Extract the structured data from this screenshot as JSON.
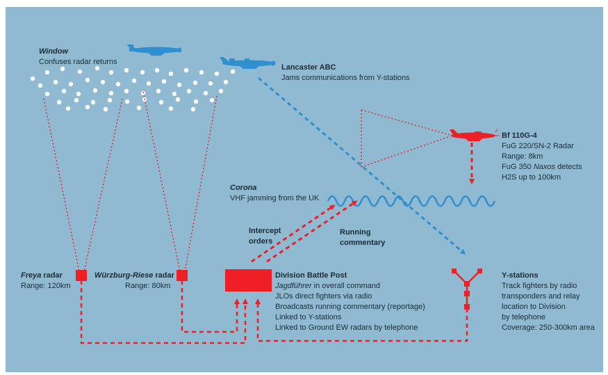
{
  "colors": {
    "background": "#8fbad2",
    "red": "#ee1f25",
    "blue": "#2f8fcf",
    "dots": "#ffffff",
    "text": "#1d2b33"
  },
  "window": {
    "title": "Window",
    "desc": "Confuses radar returns"
  },
  "lancaster": {
    "title": "Lancaster ABC",
    "desc": "Jams communications from Y-stations"
  },
  "bf110": {
    "title": "Bf 110G-4",
    "line1": "FuG 220/SN-2 Radar",
    "line2": "Range: 8km",
    "line3_pre": "FuG 350 ",
    "line3_ital": "Naxos",
    "line3_post": " detects",
    "line4": "H2S up to 100km"
  },
  "corona": {
    "title": "Corona",
    "desc": "VHF jamming from the UK"
  },
  "intercept": {
    "line1": "Intercept",
    "line2": "orders"
  },
  "running": {
    "line1": "Running",
    "line2": "commentary"
  },
  "freya": {
    "title_ital": "Freya",
    "title_rest": " radar",
    "range": "Range: 120km"
  },
  "wurzburg": {
    "title_ital": "Würzburg-Riese",
    "title_rest": " radar",
    "range": "Range: 80km"
  },
  "division": {
    "title": "Division Battle Post",
    "line1_ital": "Jagdführer",
    "line1_rest": " in overall command",
    "line2": "JLOs direct fighters via radio",
    "line3": "Broadcasts running commentary (reportage)",
    "line4": "Linked to Y-stations",
    "line5": "Linked to Ground EW radars by telephone"
  },
  "ystations": {
    "title": "Y-stations",
    "line1": "Track fighters by radio",
    "line2": "transponders and relay",
    "line3": "location to Division",
    "line4": "by telephone",
    "line5": "Coverage: 250-300km area"
  },
  "icons": {
    "lancaster-top": "lancaster-bomber-icon",
    "lancaster-abc": "lancaster-bomber-icon",
    "bf110": "night-fighter-icon",
    "freya": "radar-station-icon",
    "wurzburg": "radar-station-icon",
    "division": "battle-post-icon",
    "ystations": "y-station-antenna-icon"
  }
}
